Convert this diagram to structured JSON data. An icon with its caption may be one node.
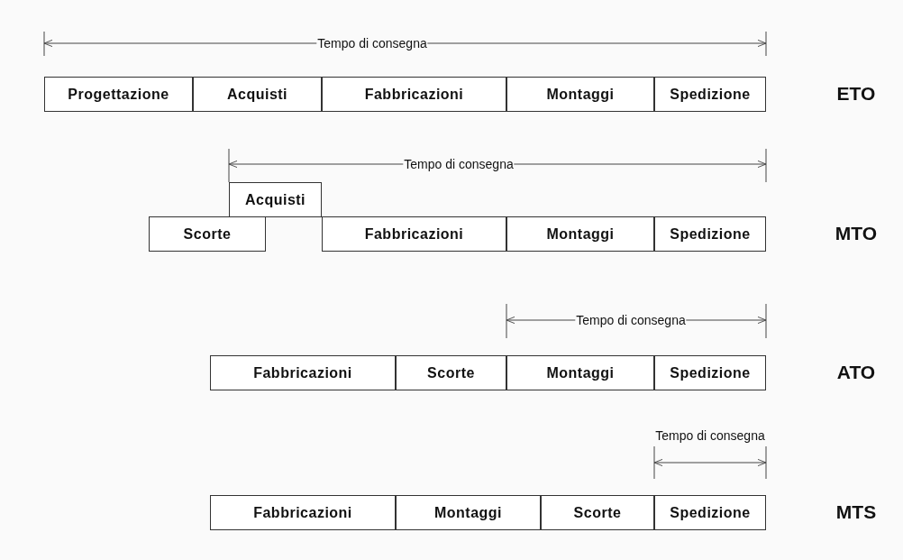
{
  "diagram": {
    "nodes": [
      {
        "text": [
          "Progettazione"
        ]
      },
      {
        "text": [
          "Acquisti"
        ]
      },
      {
        "text": [
          "Fabbricazioni"
        ]
      },
      {
        "text": [
          "Montaggi"
        ]
      },
      {
        "text": [
          "Spedizione"
        ]
      },
      {
        "text": [
          "Acquisti"
        ]
      },
      {
        "text": [
          "Scorte"
        ]
      },
      {
        "text": [
          "Fabbricazioni"
        ]
      },
      {
        "text": [
          "Montaggi"
        ]
      },
      {
        "text": [
          "Spedizione"
        ]
      },
      {
        "text": [
          "Fabbricazioni"
        ]
      },
      {
        "text": [
          "Scorte"
        ]
      },
      {
        "text": [
          "Montaggi"
        ]
      },
      {
        "text": [
          "Spedizione"
        ]
      },
      {
        "text": [
          "Fabbricazioni"
        ]
      },
      {
        "text": [
          "Montaggi"
        ]
      },
      {
        "text": [
          "Scorte"
        ]
      },
      {
        "text": [
          "Spedizione"
        ]
      }
    ],
    "labels": [
      "Tempo di consegna",
      "ETO",
      "Tempo di consegna",
      "MTO",
      "Tempo di consegna",
      "ATO",
      "Tempo di consegna",
      "MTS"
    ]
  }
}
